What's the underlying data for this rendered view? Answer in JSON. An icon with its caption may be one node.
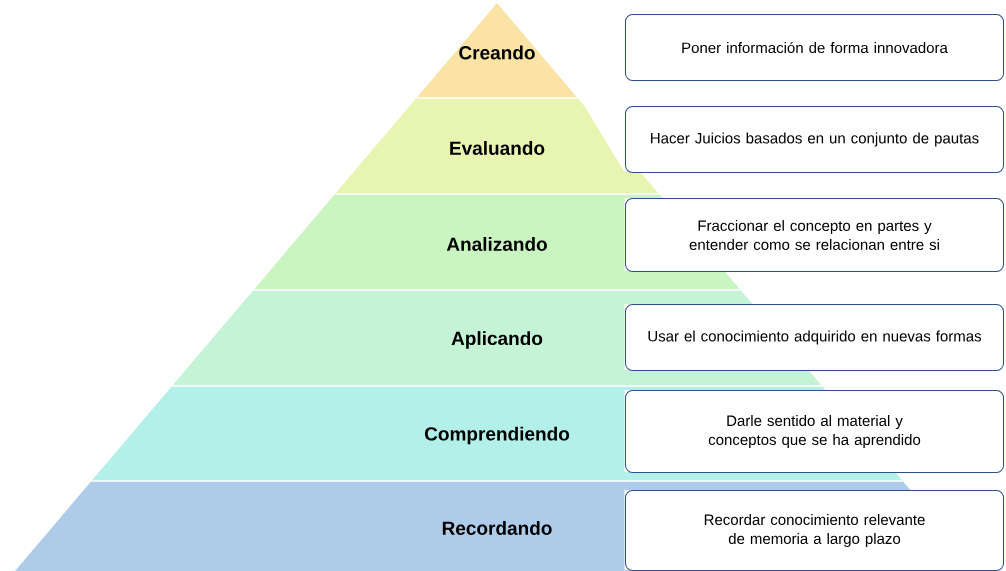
{
  "diagram": {
    "nodes": [
      {
        "text": [
          "Creando"
        ]
      },
      {
        "text": [
          "Poner información de forma innovadora"
        ]
      },
      {
        "text": [
          "Evaluando"
        ]
      },
      {
        "text": [
          "Hacer Juicios basados en un conjunto de pautas"
        ]
      },
      {
        "text": [
          "Analizando"
        ]
      },
      {
        "text": [
          "Fraccionar el concepto en partes y entender como se relacionan entre si"
        ]
      },
      {
        "text": [
          "Aplicando"
        ]
      },
      {
        "text": [
          "Usar el conocimiento adquirido en nuevas formas"
        ]
      },
      {
        "text": [
          "Comprendiendo"
        ]
      },
      {
        "text": [
          "Darle sentido al material y conceptos que se ha aprendido"
        ]
      },
      {
        "text": [
          "Recordando"
        ]
      },
      {
        "text": [
          "Recordar conocimiento relevante de memoria a largo plazo"
        ]
      }
    ]
  }
}
